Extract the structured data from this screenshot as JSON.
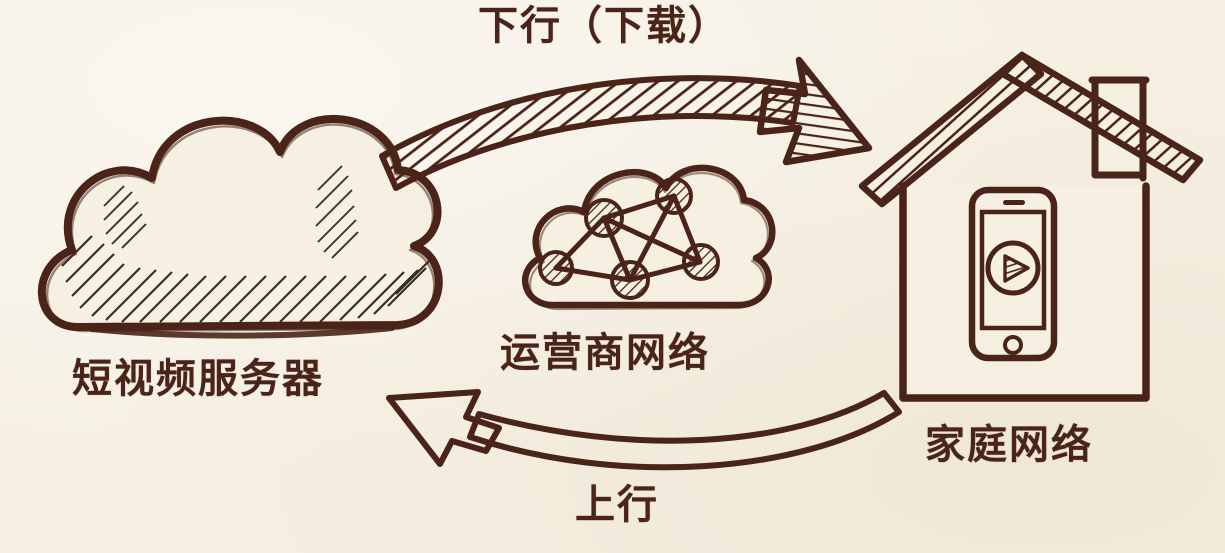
{
  "diagram": {
    "title_region": "network-path-sketch",
    "background_color": "#f6f0e3",
    "ink_color": "#4a2418",
    "labels": {
      "download": "下行（下载）",
      "server": "短视频服务器",
      "carrier": "运营商网络",
      "home": "家庭网络",
      "upload": "上行"
    },
    "nodes": [
      {
        "id": "server-cloud",
        "icon": "cloud-icon",
        "label": "短视频服务器"
      },
      {
        "id": "carrier-cloud",
        "icon": "network-cloud-icon",
        "label": "运营商网络"
      },
      {
        "id": "home-house",
        "icon": "house-icon",
        "label": "家庭网络"
      }
    ],
    "arrows": [
      {
        "id": "download-arrow",
        "label": "下行（下载）",
        "direction": "left-to-right",
        "style": "hatched-filled"
      },
      {
        "id": "upload-arrow",
        "label": "上行",
        "direction": "right-to-left",
        "style": "outline"
      }
    ],
    "device": {
      "icon": "smartphone-icon",
      "screen_icon": "play-button-icon"
    },
    "carrier_node_count": 5
  }
}
